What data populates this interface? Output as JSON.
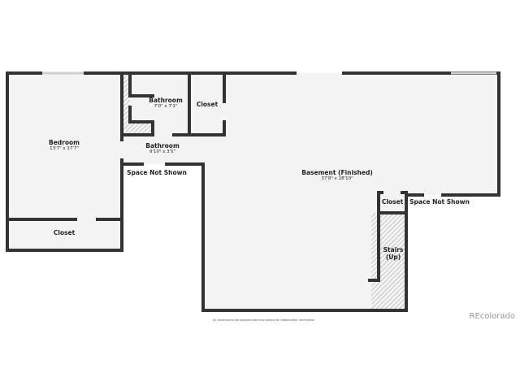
{
  "rooms": {
    "bedroom": {
      "name": "Bedroom",
      "dims": "13'7\" x 17'7\""
    },
    "bathroom_upper": {
      "name": "Bathroom",
      "dims": "7'0\" x 7'1\""
    },
    "closet_upper": {
      "name": "Closet"
    },
    "bathroom_lower": {
      "name": "Bathroom",
      "dims": "9'10\" x 3'5\""
    },
    "space_left": {
      "name": "Space Not Shown"
    },
    "closet_bedroom": {
      "name": "Closet"
    },
    "basement": {
      "name": "Basement (Finished)",
      "dims": "37'8\" x 28'10\""
    },
    "closet_right": {
      "name": "Closet"
    },
    "space_right": {
      "name": "Space Not Shown"
    },
    "stairs": {
      "name": "Stairs",
      "note": "(Up)"
    }
  },
  "footer": {
    "disclaimer": "All dimensions are approximate and subject to independent verification",
    "brand": "REcolorado"
  },
  "colors": {
    "wall": "#333333",
    "floor": "#f4f4f4",
    "window": "#d8d8d8"
  }
}
